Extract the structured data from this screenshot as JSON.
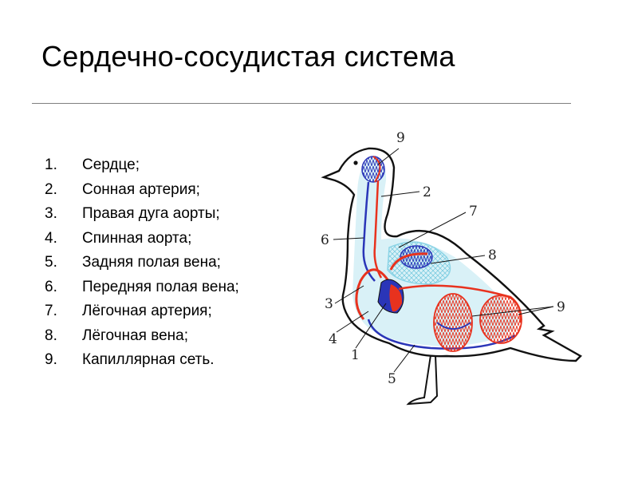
{
  "title": "Сердечно-сосудистая система",
  "legend": [
    {
      "num": "1.",
      "text": "Сердце;"
    },
    {
      "num": "2.",
      "text": "Сонная артерия;"
    },
    {
      "num": "3.",
      "text": "Правая дуга аорты;"
    },
    {
      "num": "4.",
      "text": "Спинная аорта;"
    },
    {
      "num": "5.",
      "text": "Задняя полая вена;"
    },
    {
      "num": "6.",
      "text": "Передняя полая вена;"
    },
    {
      "num": "7.",
      "text": "Лёгочная артерия;"
    },
    {
      "num": "8.",
      "text": "Лёгочная вена;"
    },
    {
      "num": "9.",
      "text": "Капиллярная сеть."
    }
  ],
  "diagram_labels": {
    "n9_head": "9",
    "n2": "2",
    "n7": "7",
    "n6": "6",
    "n8": "8",
    "n3": "3",
    "n9_body": "9",
    "n4": "4",
    "n1": "1",
    "n5": "5"
  },
  "colors": {
    "artery": "#e8321e",
    "vein": "#2a35b8",
    "lung": "#7fd3e6",
    "outline": "#111111"
  }
}
